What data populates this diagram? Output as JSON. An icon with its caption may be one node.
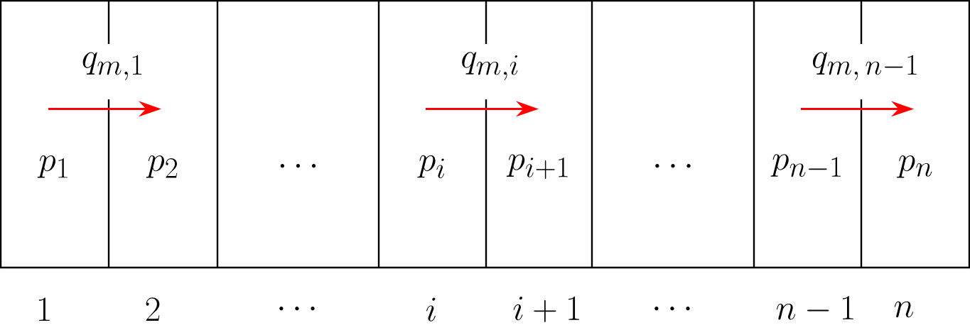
{
  "diagram": {
    "nodes": [
      {
        "text": [
          "p_1"
        ]
      },
      {
        "text": [
          "p_2"
        ]
      },
      {
        "text": [
          "\\cdots"
        ]
      },
      {
        "text": [
          "p_i"
        ]
      },
      {
        "text": [
          "p_{i+1}"
        ]
      },
      {
        "text": [
          "\\cdots"
        ]
      },
      {
        "text": [
          "p_{n-1}"
        ]
      },
      {
        "text": [
          "p_n"
        ]
      }
    ],
    "edges": [
      {
        "from": 0,
        "to": 1,
        "arrow": "to",
        "label": "q_{m,1}",
        "color": "#ff0000"
      },
      {
        "from": 3,
        "to": 4,
        "arrow": "to",
        "label": "q_{m,i}",
        "color": "#ff0000"
      },
      {
        "from": 6,
        "to": 7,
        "arrow": "to",
        "label": "q_{m,\\,n-1}",
        "color": "#ff0000"
      }
    ],
    "labels": [
      "1",
      "2",
      "\\cdots",
      "i",
      "i+1",
      "\\cdots",
      "n-1",
      "n"
    ]
  }
}
